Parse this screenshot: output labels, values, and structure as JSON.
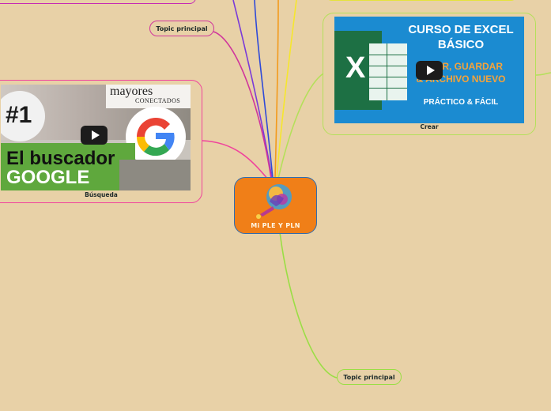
{
  "diagram": {
    "type": "mind-map",
    "central_topic": {
      "label": "Mi PLE Y  PLN",
      "fill": "#f07f18",
      "border": "#2c6db4"
    },
    "branches": [
      {
        "id": "topic-top",
        "label": "Topic principal",
        "color": "#d0359c"
      },
      {
        "id": "busqueda",
        "label": "Búsqueda",
        "color": "#f0449c",
        "thumbnail": {
          "brand_line1": "mayores",
          "brand_line2": "CONECTADOS",
          "badge": "#1",
          "title_line1": "El buscador",
          "title_line2": "GOOGLE"
        }
      },
      {
        "id": "crear",
        "label": "Crear",
        "color": "#b4e05a",
        "thumbnail": {
          "title_line1": "CURSO DE EXCEL",
          "title_line2": "BÁSICO",
          "subtitle_line1": "ABRIR, GUARDAR",
          "subtitle_line2": "& ARCHIVO NUEVO",
          "footer": "PRÁCTICO & FÁCIL",
          "logo_letter": "X"
        }
      },
      {
        "id": "topic-bottom",
        "label": "Topic principal",
        "color": "#9ade45"
      }
    ],
    "colors": {
      "background": "#e8d1a7",
      "link_blue": "#2f4ad8",
      "link_purple": "#7a3bd8",
      "link_orange": "#f39a1b",
      "link_yellow": "#f6e72c",
      "link_magenta": "#d0359c",
      "link_pink": "#f0449c",
      "link_green": "#9ade45"
    }
  }
}
